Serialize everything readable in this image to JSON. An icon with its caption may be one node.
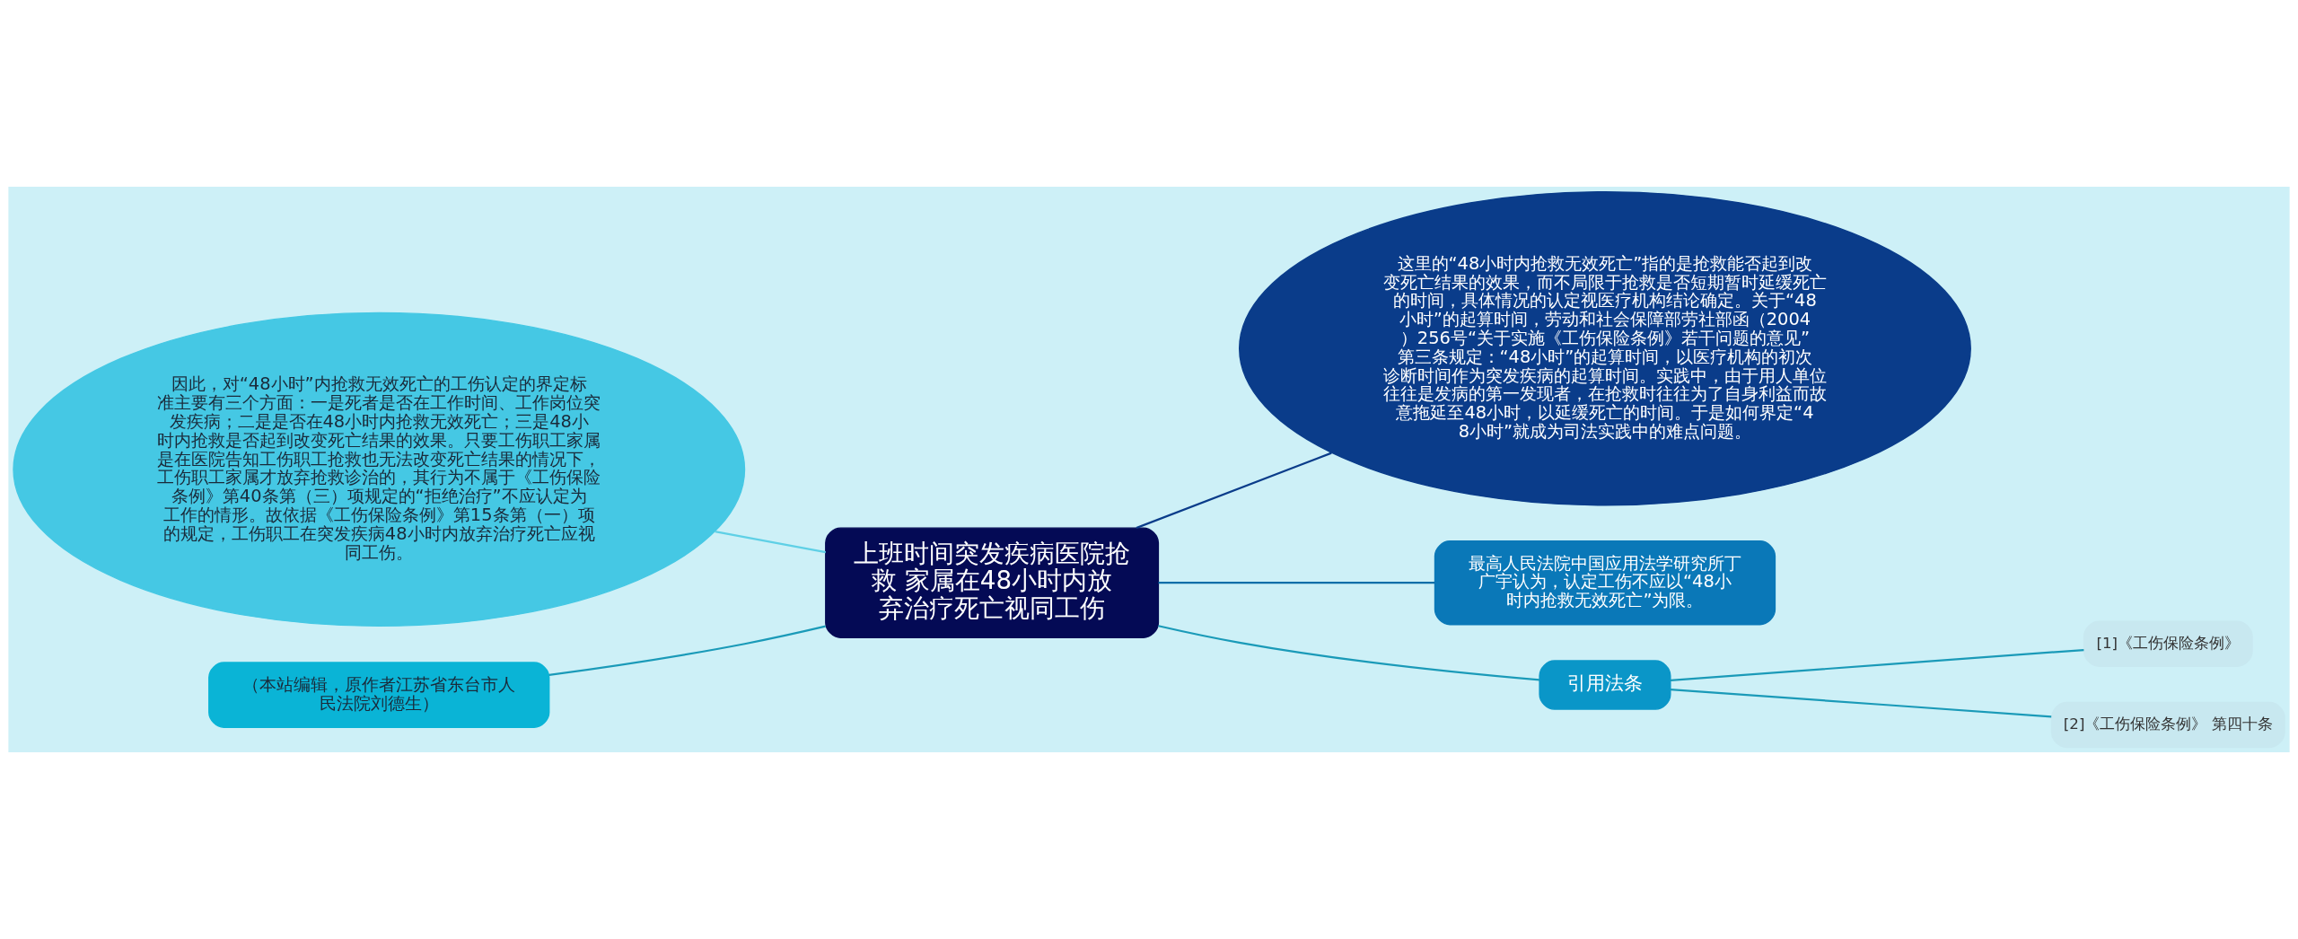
{
  "diagram": {
    "nodes": [
      {
        "text": [
          "上班时间突发疾病医院抢救 家属在48小时内放弃治疗死亡视同工伤"
        ]
      },
      {
        "text": [
          "因此，对“48小时”内抢救无效死亡的工伤认定的界定标准主要有三个方面：一是死者是否在工作时间、工作岗位突发疾病；二是是否在48小时内抢救无效死亡；三是48小时内抢救是否起到改变死亡结果的效果。只要工伤职工家属是在医院告知工伤职工抢救也无法改变死亡结果的情况下，工伤职工家属才放弃抢救诊治的，其行为不属于《工伤保险条例》第40条第（三）项规定的“拒绝治疗”不应认定为工作的情形。故依据《工伤保险条例》第15条第（一）项的规定，工伤职工在突发疾病48小时内放弃治疗死亡应视同工伤。"
        ]
      },
      {
        "text": [
          "（本站编辑，原作者江苏省东台市人民法院刘德生）"
        ]
      },
      {
        "text": [
          "这里的“48小时内抢救无效死亡”指的是抢救能否起到改变死亡结果的效果，而不局限于抢救是否短期暂时延缓死亡的时间，具体情况的认定视医疗机构结论确定。关于“48小时”的起算时间，劳动和社会保障部劳社部函（2004）256号“关于实施《工伤保险条例》若干问题的意见”第三条规定：“48小时”的起算时间，以医疗机构的初次诊断时间作为突发疾病的起算时间。实践中，由于用人单位往往是发病的第一发现者，在抢救时往往为了自身利益而故意拖延至48小时，以延缓死亡的时间。于是如何界定“48小时”就成为司法实践中的难点问题。"
        ]
      },
      {
        "text": [
          "最高人民法院中国应用法学研究所丁广宇认为，认定工伤不应以“48小时内抢救无效死亡”为限。"
        ]
      },
      {
        "text": [
          "引用法条"
        ]
      },
      {
        "text": [
          "[1]《工伤保险条例》"
        ]
      },
      {
        "text": [
          "[2]《工伤保险条例》 第四十条"
        ]
      }
    ],
    "edges": [
      {
        "from": 1,
        "to": 0,
        "arrow": "none",
        "color": "#5fd0e6"
      },
      {
        "from": 2,
        "to": 0,
        "arrow": "none"
      },
      {
        "from": 0,
        "to": 3,
        "arrow": "none",
        "color": "#0a3c8a"
      },
      {
        "from": 0,
        "to": 4,
        "arrow": "none",
        "color": "#0a6ea8"
      },
      {
        "from": 0,
        "to": 5,
        "arrow": "none"
      },
      {
        "from": 5,
        "to": 6,
        "arrow": "none"
      },
      {
        "from": 5,
        "to": 7,
        "arrow": "none"
      }
    ]
  }
}
